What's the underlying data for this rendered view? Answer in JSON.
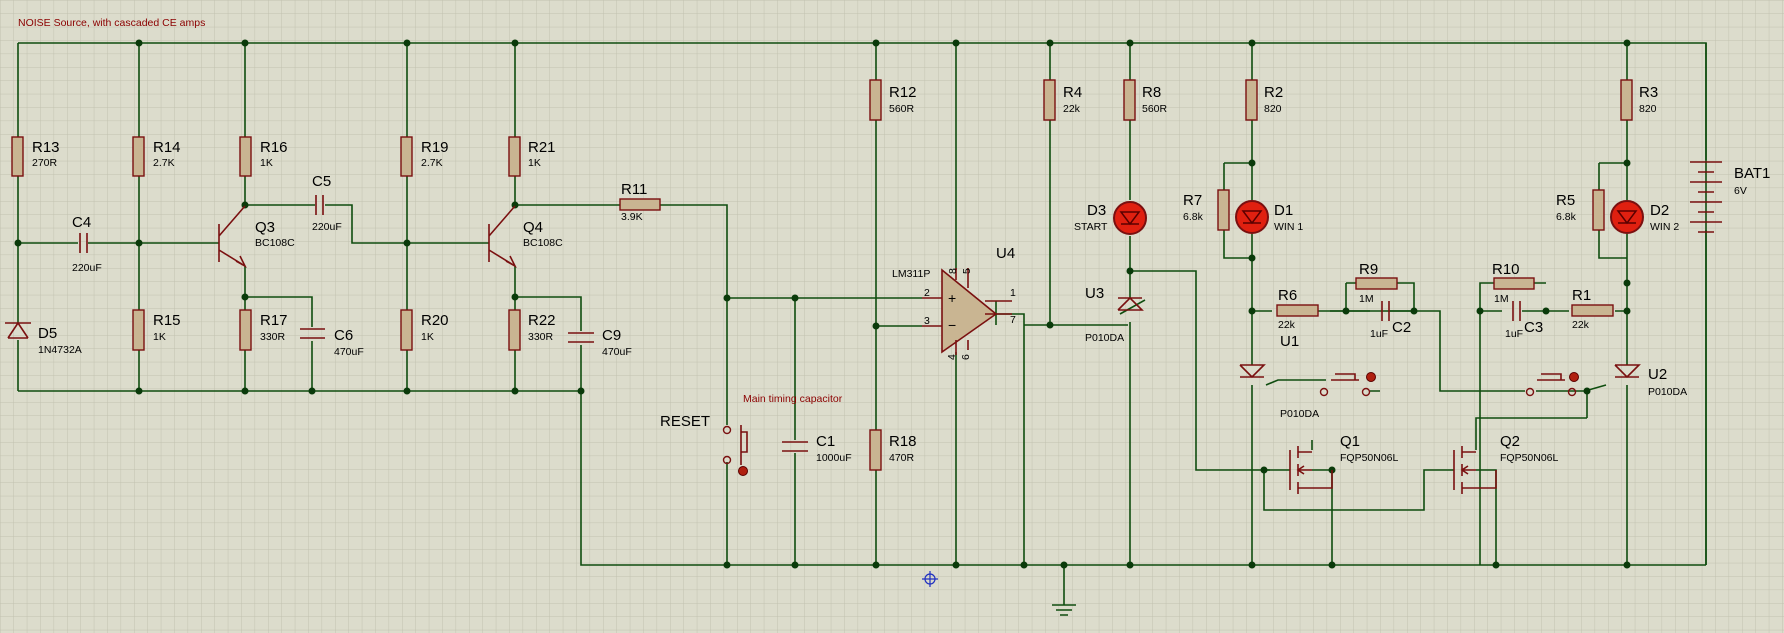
{
  "title": "NOISE Source, with cascaded CE amps",
  "annotation": "Main timing capacitor",
  "reset_label": "RESET",
  "opamp": {
    "ref": "U4",
    "part": "LM311P",
    "pins": [
      "2",
      "3",
      "8",
      "5",
      "4",
      "6",
      "1",
      "7"
    ]
  },
  "resistors": {
    "R13": {
      "ref": "R13",
      "val": "270R"
    },
    "R14": {
      "ref": "R14",
      "val": "2.7K"
    },
    "R15": {
      "ref": "R15",
      "val": "1K"
    },
    "R16": {
      "ref": "R16",
      "val": "1K"
    },
    "R17": {
      "ref": "R17",
      "val": "330R"
    },
    "R19": {
      "ref": "R19",
      "val": "2.7K"
    },
    "R20": {
      "ref": "R20",
      "val": "1K"
    },
    "R21": {
      "ref": "R21",
      "val": "1K"
    },
    "R22": {
      "ref": "R22",
      "val": "330R"
    },
    "R11": {
      "ref": "R11",
      "val": "3.9K"
    },
    "R12": {
      "ref": "R12",
      "val": "560R"
    },
    "R18": {
      "ref": "R18",
      "val": "470R"
    },
    "R4": {
      "ref": "R4",
      "val": "22k"
    },
    "R8": {
      "ref": "R8",
      "val": "560R"
    },
    "R2": {
      "ref": "R2",
      "val": "820"
    },
    "R3": {
      "ref": "R3",
      "val": "820"
    },
    "R7": {
      "ref": "R7",
      "val": "6.8k"
    },
    "R5": {
      "ref": "R5",
      "val": "6.8k"
    },
    "R6": {
      "ref": "R6",
      "val": "22k"
    },
    "R9": {
      "ref": "R9",
      "val": "1M"
    },
    "R10": {
      "ref": "R10",
      "val": "1M"
    },
    "R1": {
      "ref": "R1",
      "val": "22k"
    }
  },
  "capacitors": {
    "C4": {
      "ref": "C4",
      "val": "220uF"
    },
    "C5": {
      "ref": "C5",
      "val": "220uF"
    },
    "C6": {
      "ref": "C6",
      "val": "470uF"
    },
    "C9": {
      "ref": "C9",
      "val": "470uF"
    },
    "C1": {
      "ref": "C1",
      "val": "1000uF"
    },
    "C2": {
      "ref": "C2",
      "val": "1uF"
    },
    "C3": {
      "ref": "C3",
      "val": "1uF"
    }
  },
  "transistors": {
    "Q3": {
      "ref": "Q3",
      "val": "BC108C"
    },
    "Q4": {
      "ref": "Q4",
      "val": "BC108C"
    },
    "Q1": {
      "ref": "Q1",
      "val": "FQP50N06L"
    },
    "Q2": {
      "ref": "Q2",
      "val": "FQP50N06L"
    }
  },
  "diodes": {
    "D5": {
      "ref": "D5",
      "val": "1N4732A"
    },
    "D3": {
      "ref": "D3",
      "val": "START"
    },
    "D1": {
      "ref": "D1",
      "val": "WIN 1"
    },
    "D2": {
      "ref": "D2",
      "val": "WIN 2"
    }
  },
  "thyristors": {
    "U3": {
      "ref": "U3",
      "val": "P010DA"
    },
    "U1": {
      "ref": "U1",
      "val": "P010DA"
    },
    "U2": {
      "ref": "U2",
      "val": "P010DA"
    }
  },
  "battery": {
    "ref": "BAT1",
    "val": "6V"
  },
  "colors": {
    "wire": "#0f4d0f",
    "component": "#7a1010",
    "background": "#dcdccc",
    "led": "#e02010",
    "junction": "#0a3a0a"
  }
}
